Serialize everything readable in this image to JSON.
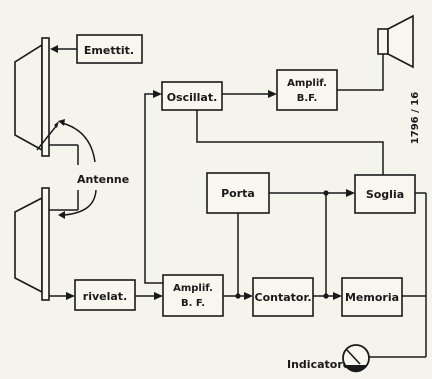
{
  "blocks": {
    "emettit": "Emettit.",
    "oscillat": "Oscillat.",
    "amplif_bf_top_1": "Amplif.",
    "amplif_bf_top_2": "B.F.",
    "porta": "Porta",
    "soglia": "Soglia",
    "rivelat": "rivelat.",
    "amplif_bf_bottom_1": "Amplif.",
    "amplif_bf_bottom_2": "B. F.",
    "contator": "Contator.",
    "memoria": "Memoria"
  },
  "labels": {
    "antenne": "Antenne",
    "indicatore": "Indicatore",
    "figure_number": "1796 / 16"
  },
  "colors": {
    "ink": "#1a1a1a",
    "paper": "#f4f3ec"
  }
}
